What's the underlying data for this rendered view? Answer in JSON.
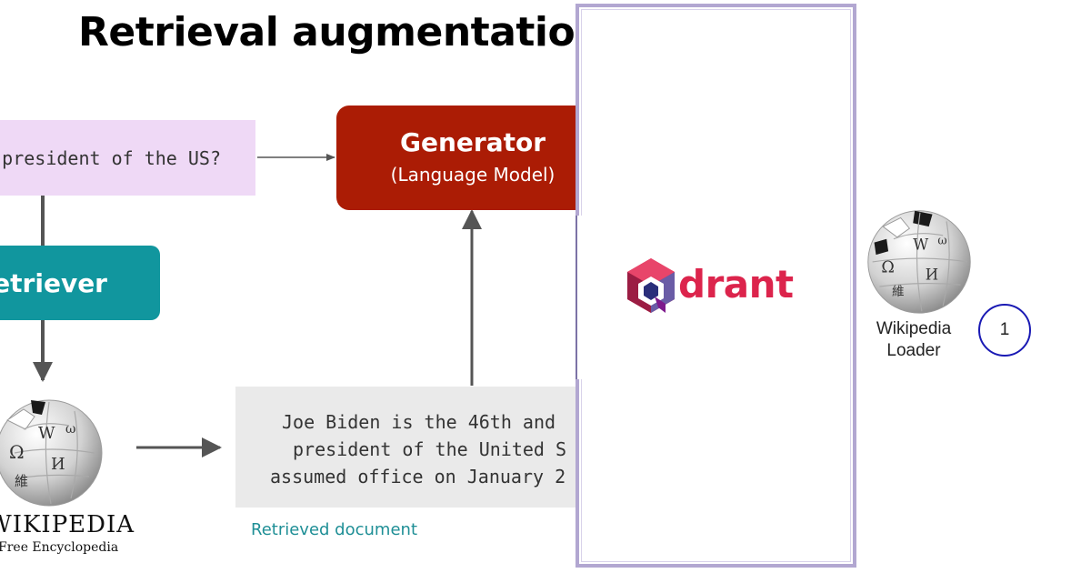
{
  "slide": {
    "title": "Retrieval augmentation",
    "query_text": "president of the US?",
    "generator": {
      "title": "Generator",
      "subtitle": "(Language Model)"
    },
    "retriever_label": "etriever",
    "document_lines": [
      "Joe Biden is the 46th and",
      "president of the United S",
      "assumed office on January 2"
    ],
    "document_caption": "Retrieved document",
    "wikipedia_wordmark": "WIKIPEDIA",
    "wikipedia_tagline": "Free Encyclopedia",
    "colors": {
      "query_box": "#efd9f6",
      "generator_box": "#ab1c05",
      "retriever_box": "#11969e",
      "document_box": "#eaeaea",
      "caption": "#1f8f96"
    }
  },
  "panel": {
    "logo_text": "drant",
    "logo_icon": "qdrant-cube-icon",
    "loader_label_lines": [
      "Wikipedia",
      "Loader"
    ],
    "loader_icon": "wikipedia-globe-icon",
    "step_number": "1",
    "colors": {
      "frame_border": "#b2a7d1",
      "logo": "#dc244c",
      "step_circle": "#1a1ab4"
    }
  }
}
